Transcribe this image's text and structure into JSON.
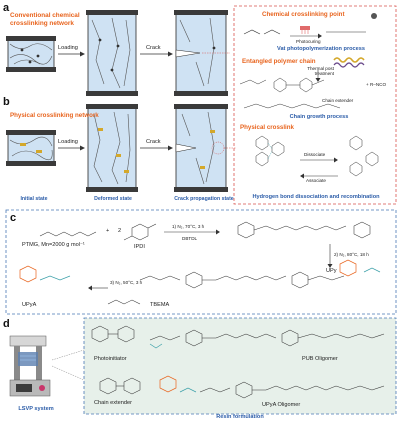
{
  "panels": {
    "a": "a",
    "b": "b",
    "c": "c",
    "d": "d"
  },
  "panel_a": {
    "title": "Conventional chemical crosslinking network",
    "loading": "Loading",
    "crack": "Crack"
  },
  "panel_b": {
    "title": "Physical crosslinking network",
    "loading": "Loading",
    "crack": "Crack",
    "state_initial": "Initial state",
    "state_deformed": "Deformed state",
    "state_crack": "Crack propagation state"
  },
  "right_box": {
    "chem_title": "Chemical crosslinking point",
    "photocuring": "Photocuring",
    "vat_process": "Vat photopolymerization process",
    "entangled_title": "Entangled polymer chain",
    "thermal": "Thermal post treatment",
    "nco": "+ R–NCO",
    "chain_ext": "Chain extender",
    "chain_growth": "Chain growth process",
    "phys_title": "Physical crosslink",
    "dissociate": "Dissociate",
    "associate": "Associate",
    "hbond": "Hydrogen bond dissociation and recombination"
  },
  "panel_c": {
    "ptmg": "PTMG, Mn=2000 g mol⁻¹",
    "ipdi": "IPDI",
    "plus": "+",
    "two": "2",
    "step1": "1) N₂, 70°C, 3 h",
    "dbtdl": "DBTDL",
    "step2": "2) N₂, 80°C, 18 h",
    "upy": "UPy",
    "step3": "3) N₂, 50°C, 3 h",
    "tbema": "TBEMA",
    "upya": "UPyA"
  },
  "panel_d": {
    "lsvp": "LSVP system",
    "photoinitiator": "Photoinitiator",
    "pub_oligomer": "PUB Oligomer",
    "chain_extender": "Chain extender",
    "upya_oligomer": "UPyA Oligomer",
    "resin_formulation": "Resin formulation"
  },
  "colors": {
    "orange": "#e8641e",
    "blue": "#2b5ca8",
    "teal": "#3a9fa8",
    "dashed_red": "#d9534f",
    "dashed_blue": "#4a78b5"
  }
}
